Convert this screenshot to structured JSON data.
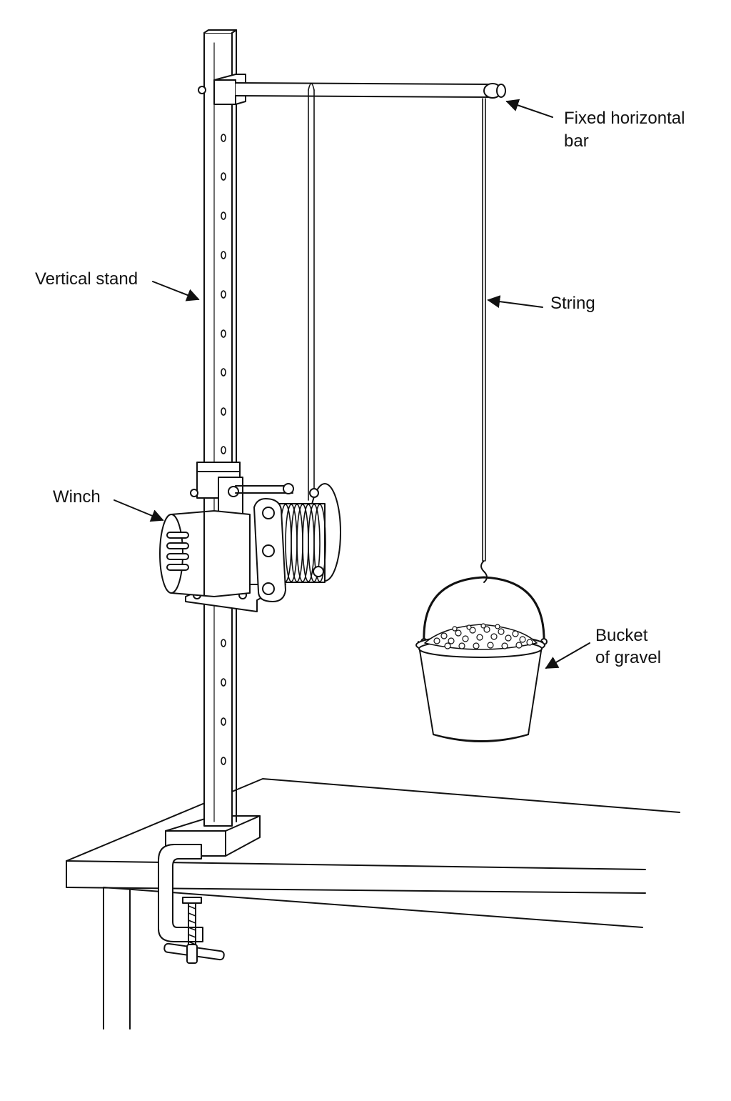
{
  "labels": {
    "fixed_bar_line1": "Fixed horizontal",
    "fixed_bar_line2": "bar",
    "vertical_stand": "Vertical stand",
    "string": "String",
    "winch": "Winch",
    "bucket_line1": "Bucket",
    "bucket_line2": "of gravel"
  },
  "colors": {
    "ink": "#111111",
    "background": "#ffffff",
    "shade": "#e6e6e6"
  }
}
